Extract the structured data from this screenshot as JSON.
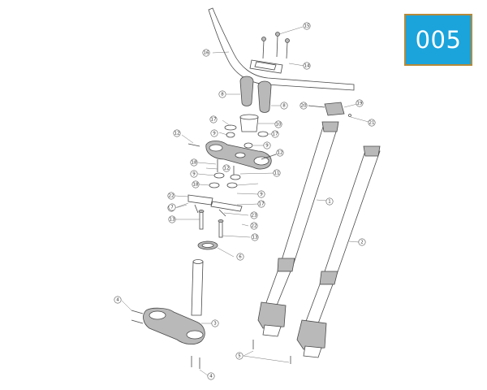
{
  "badge": {
    "label": "005",
    "color": "#1ba3dc",
    "border": "#b58a3a"
  },
  "callouts": [
    {
      "id": "c15",
      "label": "15"
    },
    {
      "id": "c16",
      "label": "16"
    },
    {
      "id": "c14",
      "label": "14"
    },
    {
      "id": "c8a",
      "label": "8"
    },
    {
      "id": "c8b",
      "label": "8"
    },
    {
      "id": "c20",
      "label": "20"
    },
    {
      "id": "c19",
      "label": "19"
    },
    {
      "id": "c17a",
      "label": "17"
    },
    {
      "id": "c10",
      "label": "10"
    },
    {
      "id": "c21",
      "label": "21"
    },
    {
      "id": "c12a",
      "label": "12"
    },
    {
      "id": "c9a",
      "label": "9"
    },
    {
      "id": "c17b",
      "label": "17"
    },
    {
      "id": "c9b",
      "label": "9"
    },
    {
      "id": "c12b",
      "label": "12"
    },
    {
      "id": "c18a",
      "label": "18"
    },
    {
      "id": "c12c",
      "label": "12"
    },
    {
      "id": "c9c",
      "label": "9"
    },
    {
      "id": "c11",
      "label": "11"
    },
    {
      "id": "c18b",
      "label": "18"
    },
    {
      "id": "c22a",
      "label": "22"
    },
    {
      "id": "c9d",
      "label": "9"
    },
    {
      "id": "c22b",
      "label": "22"
    },
    {
      "id": "c17c",
      "label": "17"
    },
    {
      "id": "c7",
      "label": "7"
    },
    {
      "id": "c23",
      "label": "23"
    },
    {
      "id": "c13a",
      "label": "13"
    },
    {
      "id": "c22c",
      "label": "22"
    },
    {
      "id": "c13b",
      "label": "13"
    },
    {
      "id": "c6",
      "label": "6"
    },
    {
      "id": "c1",
      "label": "1"
    },
    {
      "id": "c2",
      "label": "2"
    },
    {
      "id": "c4a",
      "label": "4"
    },
    {
      "id": "c3",
      "label": "3"
    },
    {
      "id": "c5",
      "label": "5"
    },
    {
      "id": "c4b",
      "label": "4"
    }
  ]
}
